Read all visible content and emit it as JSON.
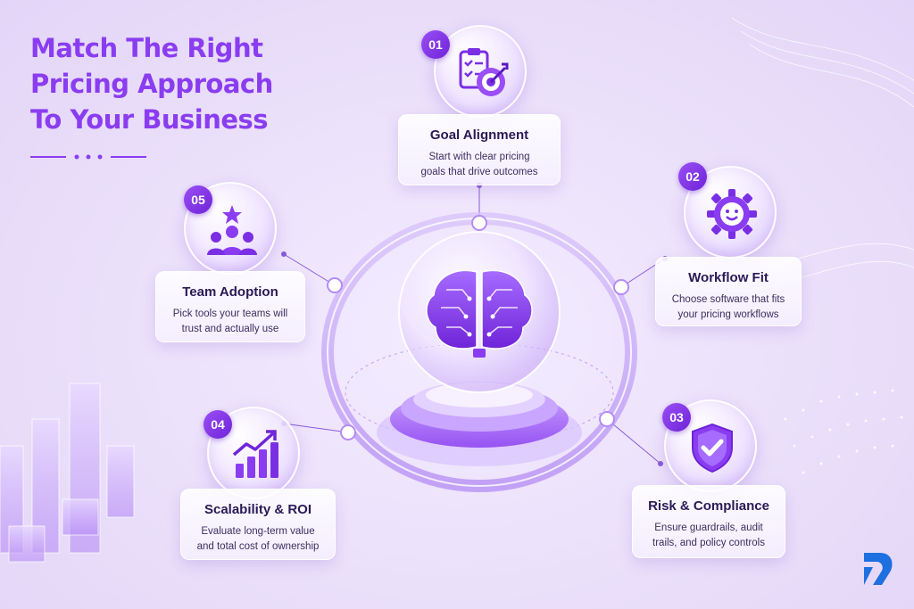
{
  "title": {
    "line1": "Match The Right",
    "line2": "Pricing Approach",
    "line3": "To Your Business"
  },
  "items": [
    {
      "number": "01",
      "title": "Goal Alignment",
      "desc_line1": "Start with clear pricing",
      "desc_line2": "goals that drive outcomes",
      "icon": "target-checklist-icon"
    },
    {
      "number": "02",
      "title": "Workflow Fit",
      "desc_line1": "Choose software that fits",
      "desc_line2": "your pricing workflows",
      "icon": "gear-smile-icon"
    },
    {
      "number": "03",
      "title": "Risk & Compliance",
      "desc_line1": "Ensure guardrails, audit",
      "desc_line2": "trails, and policy controls",
      "icon": "shield-check-icon"
    },
    {
      "number": "04",
      "title": "Scalability & ROI",
      "desc_line1": "Evaluate long-term value",
      "desc_line2": "and total cost of ownership",
      "icon": "growth-chart-icon"
    },
    {
      "number": "05",
      "title": "Team Adoption",
      "desc_line1": "Pick tools your teams will",
      "desc_line2": "trust and actually use",
      "icon": "team-star-icon"
    }
  ],
  "center_icon": "brain-circuit-icon",
  "logo_icon": "brand-logo-icon",
  "colors": {
    "accent": "#8a3df0",
    "accent_dark": "#6f24d8",
    "text": "#2a1a55",
    "logo": "#1e6fe0"
  }
}
